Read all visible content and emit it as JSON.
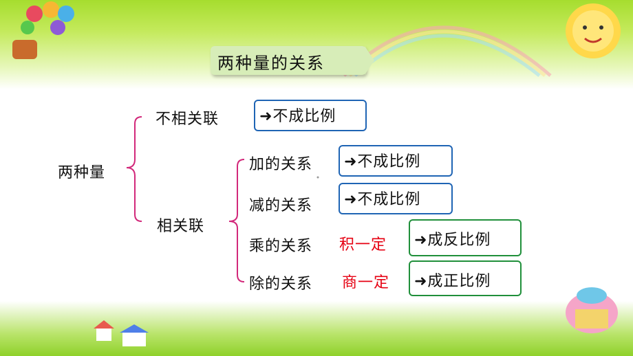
{
  "slide": {
    "title": "两种量的关系",
    "root": "两种量",
    "branch_unrelated": "不相关联",
    "branch_related": "相关联",
    "result_unrelated": "➜不成比例",
    "relations": [
      {
        "label": "加的关系",
        "condition": "",
        "result": "➜不成比例"
      },
      {
        "label": "减的关系",
        "condition": "",
        "result": "➜不成比例"
      },
      {
        "label": "乘的关系",
        "condition": "积一定",
        "result": "➜成反比例"
      },
      {
        "label": "除的关系",
        "condition": "商一定",
        "result": "➜成正比例"
      }
    ]
  },
  "colors": {
    "bracket": "#d2287a",
    "blue_border": "#1e64b4",
    "green_border": "#1f8f3a",
    "condition_red": "#e60012",
    "title_bg": "#d7edb8"
  }
}
